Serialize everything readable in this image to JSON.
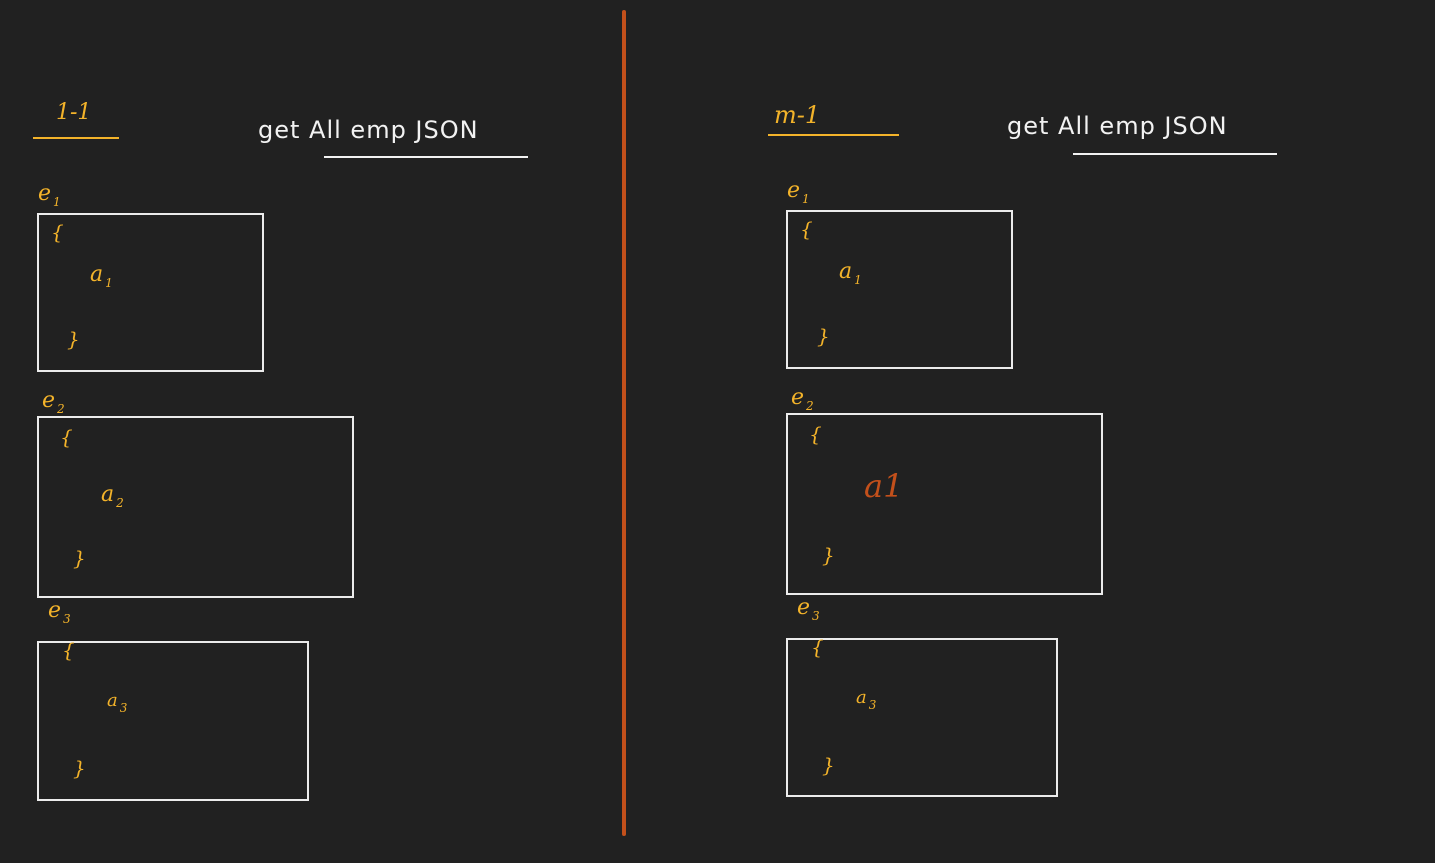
{
  "left": {
    "heading": "1-1",
    "title": "get All emp JSON",
    "entries": [
      {
        "label": "e",
        "label_sub": "1",
        "open": "{",
        "content": "a",
        "content_sub": "1",
        "close": "}"
      },
      {
        "label": "e",
        "label_sub": "2",
        "open": "{",
        "content": "a",
        "content_sub": "2",
        "close": "}"
      },
      {
        "label": "e",
        "label_sub": "3",
        "open": "{",
        "content": "a",
        "content_sub": "3",
        "close": "}"
      }
    ]
  },
  "right": {
    "heading": "m-1",
    "title": "get All emp JSON",
    "entries": [
      {
        "label": "e",
        "label_sub": "1",
        "open": "{",
        "content": "a",
        "content_sub": "1",
        "close": "}"
      },
      {
        "label": "e",
        "label_sub": "2",
        "open": "{",
        "content": "a1",
        "content_sub": "",
        "close": "}"
      },
      {
        "label": "e",
        "label_sub": "3",
        "open": "{",
        "content": "a",
        "content_sub": "3",
        "close": "}"
      }
    ]
  },
  "colors": {
    "background": "#212121",
    "ink_yellow": "#f3b32a",
    "ink_white": "#f2f2f2",
    "ink_orange": "#c3501b",
    "divider": "#c3501b"
  }
}
